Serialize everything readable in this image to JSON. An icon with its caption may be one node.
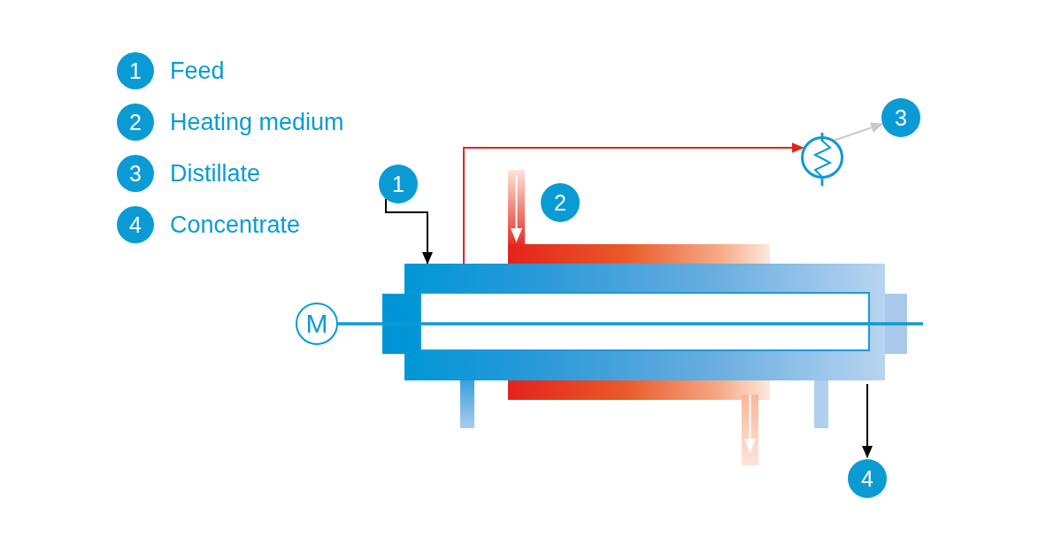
{
  "diagram": {
    "nodes": [
      {
        "text": [
          "1"
        ],
        "beside": [
          "Feed"
        ]
      },
      {
        "text": [
          "2"
        ],
        "beside": [
          "Heating medium"
        ]
      },
      {
        "text": [
          "3"
        ],
        "beside": [
          "Distillate"
        ]
      },
      {
        "text": [
          "4"
        ],
        "beside": [
          "Concentrate"
        ]
      },
      {
        "text": [
          "1"
        ]
      },
      {
        "text": [
          "2"
        ]
      },
      {
        "text": [
          "3"
        ]
      },
      {
        "text": [
          "4"
        ]
      },
      {
        "text": [
          "M"
        ]
      },
      {
        "text": [],
        "shape": "box"
      },
      {
        "text": [],
        "shape": "circle"
      }
    ],
    "edges": [
      {
        "from": 8,
        "to": 9,
        "arrow": "none",
        "color": "#0a9bd5"
      },
      {
        "from": 4,
        "to": 9,
        "arrow": "to"
      },
      {
        "from": 9,
        "to": 10,
        "arrow": "to",
        "color": "#e3231b"
      },
      {
        "from": 10,
        "to": 6,
        "arrow": "to",
        "color": "#c8c8c8"
      },
      {
        "from": 9,
        "to": 7,
        "arrow": "to"
      }
    ]
  }
}
